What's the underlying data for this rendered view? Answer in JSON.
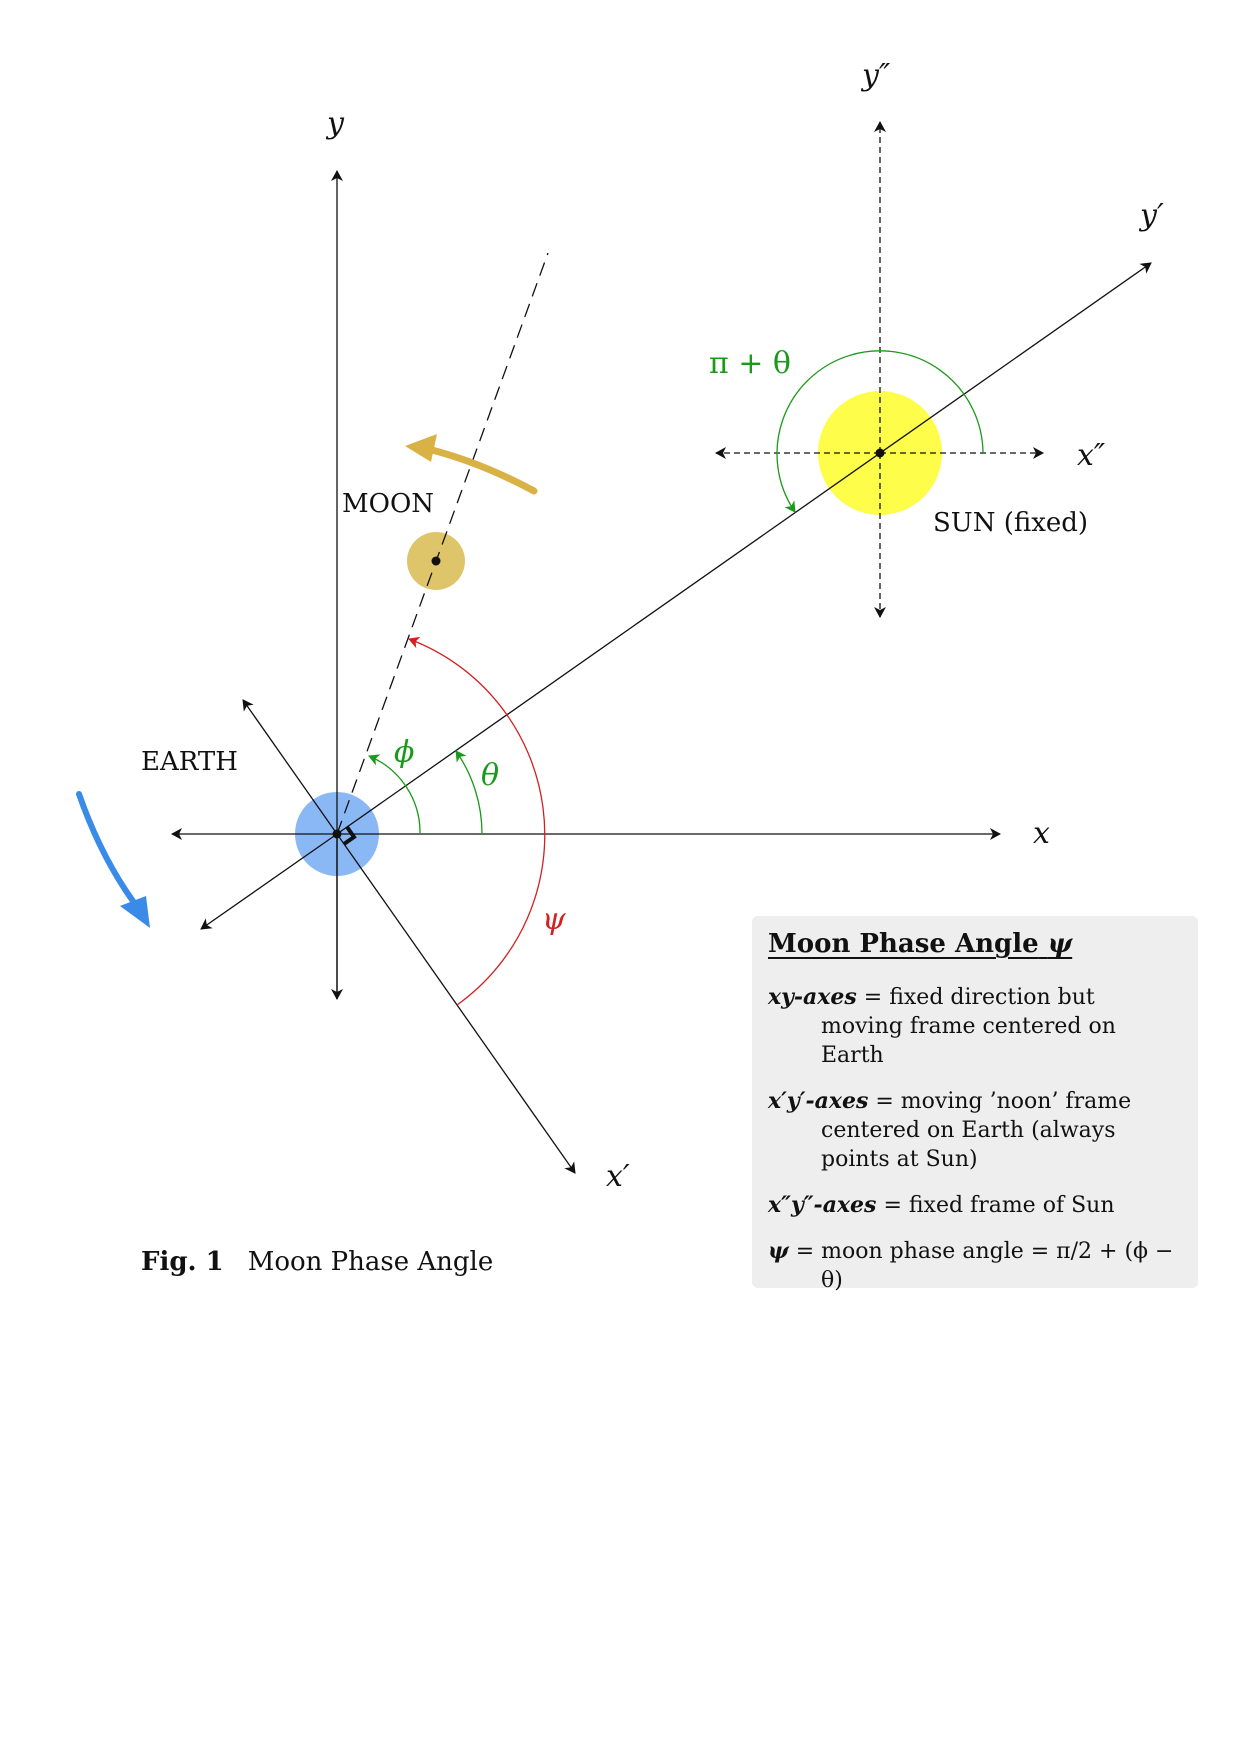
{
  "diagram": {
    "labels": {
      "y": "y",
      "x": "x",
      "y_prime": "y′",
      "x_prime": "x′",
      "y_dprime": "y″",
      "x_dprime": "x″",
      "phi": "ϕ",
      "theta": "θ",
      "psi": "ψ",
      "pi_theta": "π + θ"
    },
    "bodies": {
      "moon": "MOON",
      "earth": "EARTH",
      "sun": "SUN (fixed)"
    },
    "colors": {
      "earth": "#8ab8f5",
      "moon": "#dfc56a",
      "sun": "#fdfd4a",
      "earth_arrow": "#3a8ae8",
      "moon_arrow": "#d9b246",
      "angle_green": "#1a9a1a",
      "angle_red": "#d42020",
      "legend_bg": "#eeeeee"
    }
  },
  "legend": {
    "title": "Moon Phase Angle",
    "title_symbol": "ψ",
    "items": [
      {
        "term": "xy-axes",
        "text": " = fixed direction but moving frame centered on Earth"
      },
      {
        "term": "x′y′-axes",
        "text": " = moving ’noon’ frame centered on Earth (always points at Sun)"
      },
      {
        "term": "x″y″-axes",
        "text": " = fixed frame of Sun"
      },
      {
        "term": "ψ",
        "text": " = moon phase angle = π/2 + (ϕ − θ)"
      }
    ]
  },
  "caption": {
    "fig": "Fig. 1",
    "text": "Moon Phase Angle"
  }
}
